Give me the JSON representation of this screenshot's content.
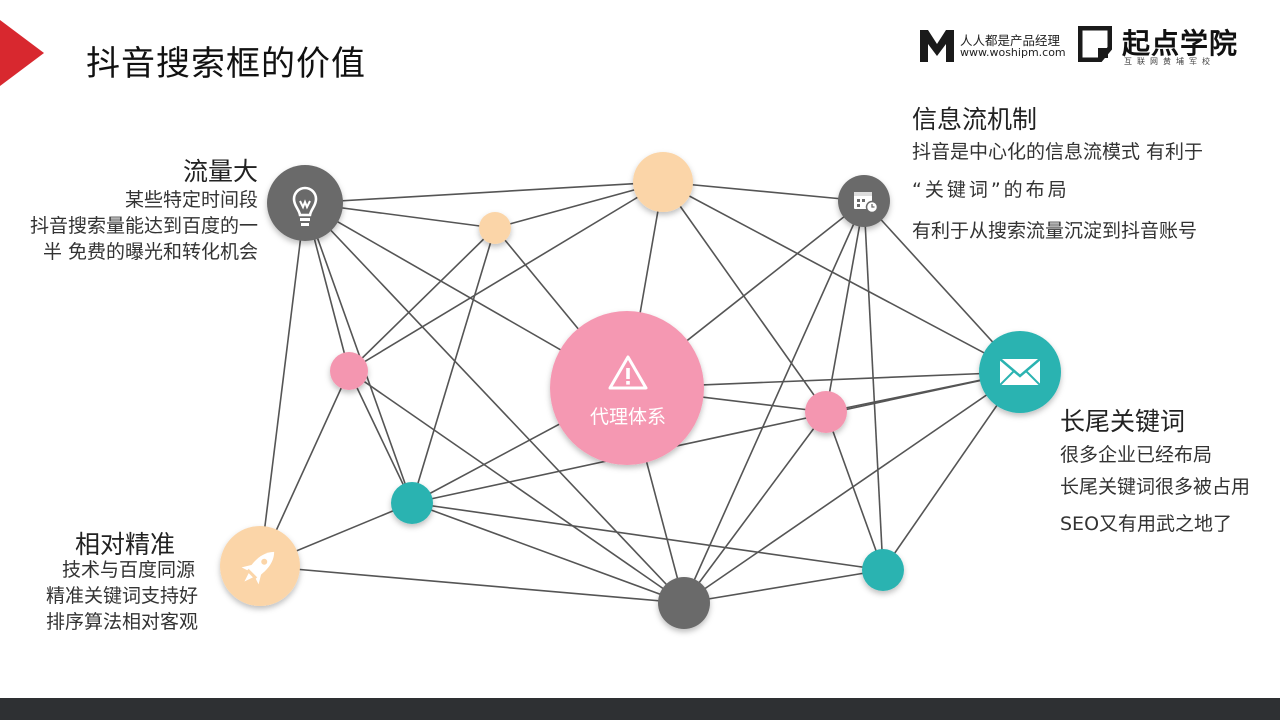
{
  "title": "抖音搜索框的价值",
  "brand": {
    "name_cn": "人人都是产品经理",
    "url": "www.woshipm.com",
    "academy": "起点学院",
    "academy_sub": "互联网黄埔军校"
  },
  "center": {
    "label": "代理体系",
    "icon": "warning-icon"
  },
  "blocks": {
    "traffic": {
      "heading": "流量大",
      "lines": [
        "某些特定时间段",
        "抖音搜索量能达到百度的一",
        "半 免费的曝光和转化机会"
      ],
      "icon": "lightbulb-icon"
    },
    "feed": {
      "heading": "信息流机制",
      "lines": [
        "抖音是中心化的信息流模式 有利于",
        "“关键词”的布局",
        "有利于从搜索流量沉淀到抖音账号"
      ],
      "icon": "calendar-icon"
    },
    "longtail": {
      "heading": "长尾关键词",
      "lines": [
        "很多企业已经布局",
        "长尾关键词很多被占用",
        "SEO又有用武之地了"
      ],
      "icon": "mail-icon"
    },
    "precise": {
      "heading": "相对精准",
      "lines": [
        "技术与百度同源",
        "精准关键词支持好",
        "排序算法相对客观"
      ],
      "icon": "rocket-icon"
    }
  },
  "colors": {
    "accent_red": "#d8282f",
    "node_gray": "#6b6b6b",
    "node_pink": "#f496b0",
    "node_peach": "#fbd5a8",
    "node_teal": "#2bb3b1",
    "center_pink": "#f598b2",
    "edge": "#555555",
    "bar": "#2e3033"
  }
}
